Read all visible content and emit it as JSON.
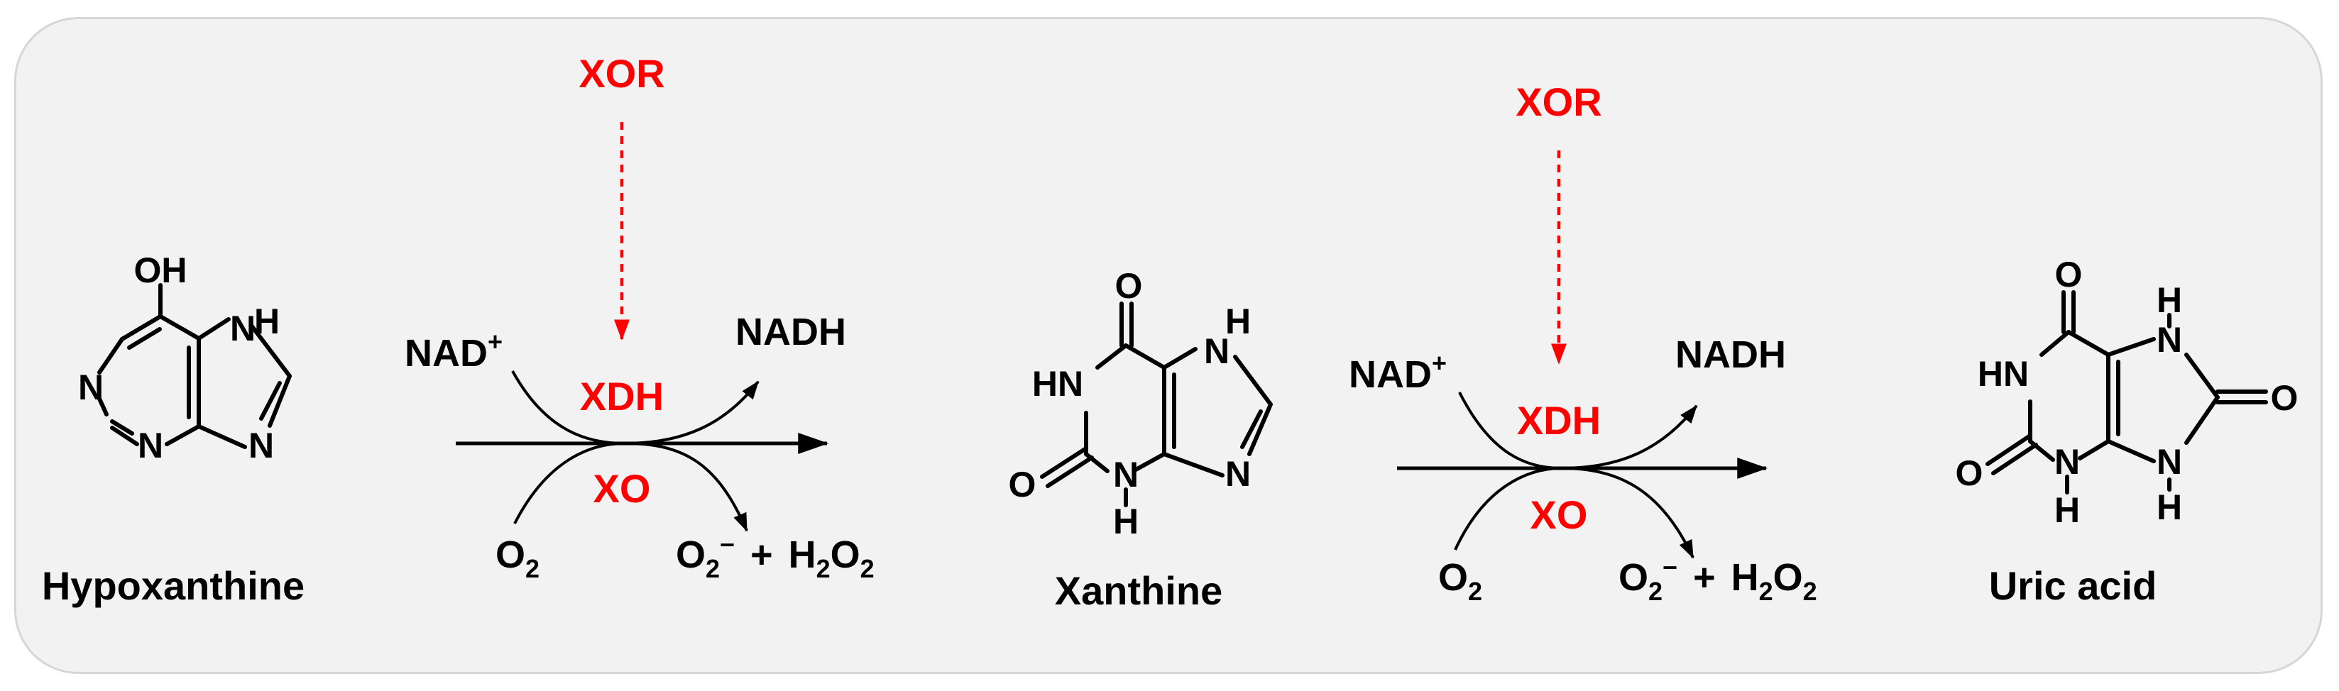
{
  "molecules": {
    "hypoxanthine": {
      "name": "Hypoxanthine",
      "atoms": {
        "oh": "OH",
        "n1": "N",
        "n3": "N",
        "n7h": "H",
        "n7": "N",
        "n9": "N"
      }
    },
    "xanthine": {
      "name": "Xanthine",
      "atoms": {
        "o6": "O",
        "hn1": "HN",
        "o2": "O",
        "n3": "N",
        "n3h": "H",
        "n7h": "H",
        "n7": "N",
        "n9": "N"
      }
    },
    "uric_acid": {
      "name": "Uric acid",
      "atoms": {
        "o6": "O",
        "hn1": "HN",
        "o2": "O",
        "n3": "N",
        "n3h": "H",
        "n7h": "H",
        "n7": "N",
        "n9": "N",
        "n9h": "H",
        "o8": "O"
      }
    }
  },
  "reactions": [
    {
      "regulator": "XOR",
      "enzyme_top": "XDH",
      "enzyme_bottom": "XO",
      "cofactor_in": {
        "base": "NAD",
        "sup": "+"
      },
      "cofactor_out": "NADH",
      "oxidant": {
        "base": "O",
        "sub": "2"
      },
      "products": {
        "superoxide_base": "O",
        "superoxide_sub": "2",
        "superoxide_sup": "−",
        "plus": "+",
        "peroxide_h": "H",
        "peroxide_h_sub": "2",
        "peroxide_o": "O",
        "peroxide_o_sub": "2"
      }
    },
    {
      "regulator": "XOR",
      "enzyme_top": "XDH",
      "enzyme_bottom": "XO",
      "cofactor_in": {
        "base": "NAD",
        "sup": "+"
      },
      "cofactor_out": "NADH",
      "oxidant": {
        "base": "O",
        "sub": "2"
      },
      "products": {
        "superoxide_base": "O",
        "superoxide_sub": "2",
        "superoxide_sup": "−",
        "plus": "+",
        "peroxide_h": "H",
        "peroxide_h_sub": "2",
        "peroxide_o": "O",
        "peroxide_o_sub": "2"
      }
    }
  ],
  "colors": {
    "enzyme": "#ff0000",
    "text": "#000000",
    "panel": "#f2f2f2",
    "panel_border": "#d6d6d6"
  }
}
